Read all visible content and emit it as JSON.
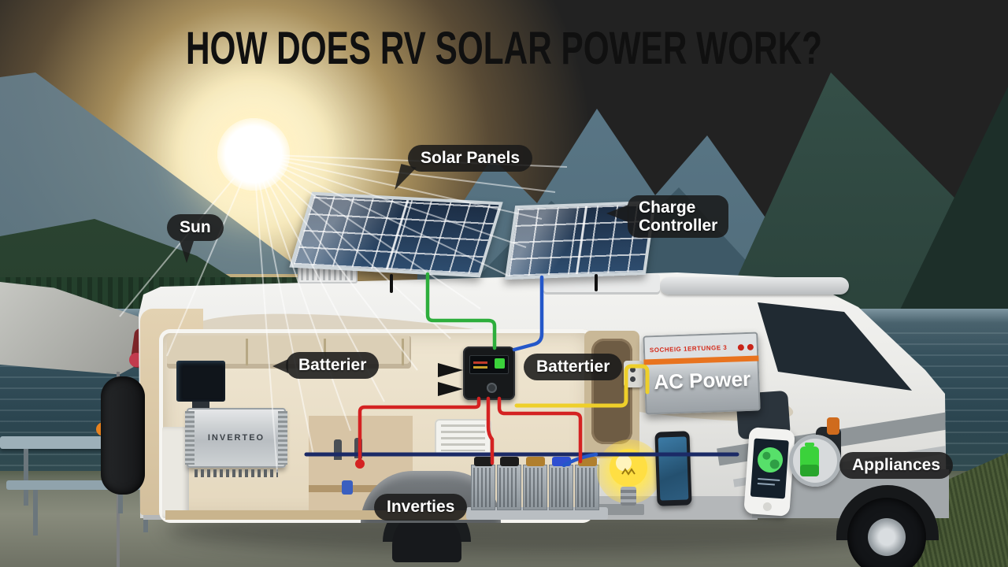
{
  "title": "HOW DOES RV SOLAR POWER WORK?",
  "callouts": {
    "sun": "Sun",
    "solar_panels": "Solar Panels",
    "charge_controller_line1": "Charge",
    "charge_controller_line2": "Controller",
    "batteries_interior": "Batterier",
    "batteries_door": "Battertier",
    "ac_power": "AC Power",
    "appliances": "Appliances",
    "inverter": "Inverties"
  },
  "device_markings": {
    "inverter_box": "INVERTEO",
    "ac_unit": "SOCHEIG 1ERTUNGE 3"
  },
  "colors": {
    "wire_green": "#2dae3c",
    "wire_blue": "#2457c9",
    "wire_navy": "#1b2a66",
    "wire_red": "#d42222",
    "wire_yellow": "#eecf2a",
    "bulb_yellow": "#ffdf43",
    "charge_green": "#3bd23b",
    "accent_orange": "#e8731f",
    "label_background": "#1e1e1e"
  }
}
